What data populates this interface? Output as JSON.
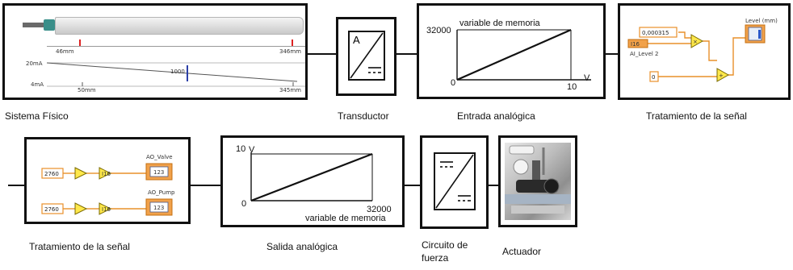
{
  "stages": {
    "fisico": "Sistema Físico",
    "transductor": "Transductor",
    "entrada": "Entrada analógica",
    "tratamiento1": "Tratamiento de la señal",
    "tratamiento2": "Tratamiento de la señal",
    "salida": "Salida analógica",
    "circuito_line1": "Circuito de",
    "circuito_line2": "fuerza",
    "actuador": "Actuador"
  },
  "fisico": {
    "tick_46": "46mm",
    "tick_346": "346mm",
    "label_20ma": "20mA",
    "label_4ma": "4mA",
    "value_1000": "1000",
    "tick_50": "50mm",
    "tick_345": "345mm"
  },
  "transductor": {
    "letter": "A"
  },
  "entrada": {
    "title": "variable de memoria",
    "y_max": "32000",
    "origin": "0",
    "x_max": "10",
    "x_unit": "V"
  },
  "tratamiento1": {
    "const_value": "0,000315",
    "input_label": "AI_Level 2",
    "zero_value": "0",
    "indicator_label": "Level (mm)",
    "op_multiply": "×",
    "op_add": "+"
  },
  "tratamiento2": {
    "const_valve": "2760",
    "const_pump": "2760",
    "valve_label": "AO_Valve",
    "pump_label": "AO_Pump",
    "indicator_value": "123"
  },
  "salida": {
    "y_max": "10",
    "y_unit": "V",
    "origin": "0",
    "x_max": "32000",
    "x_title": "variable de memoria"
  }
}
